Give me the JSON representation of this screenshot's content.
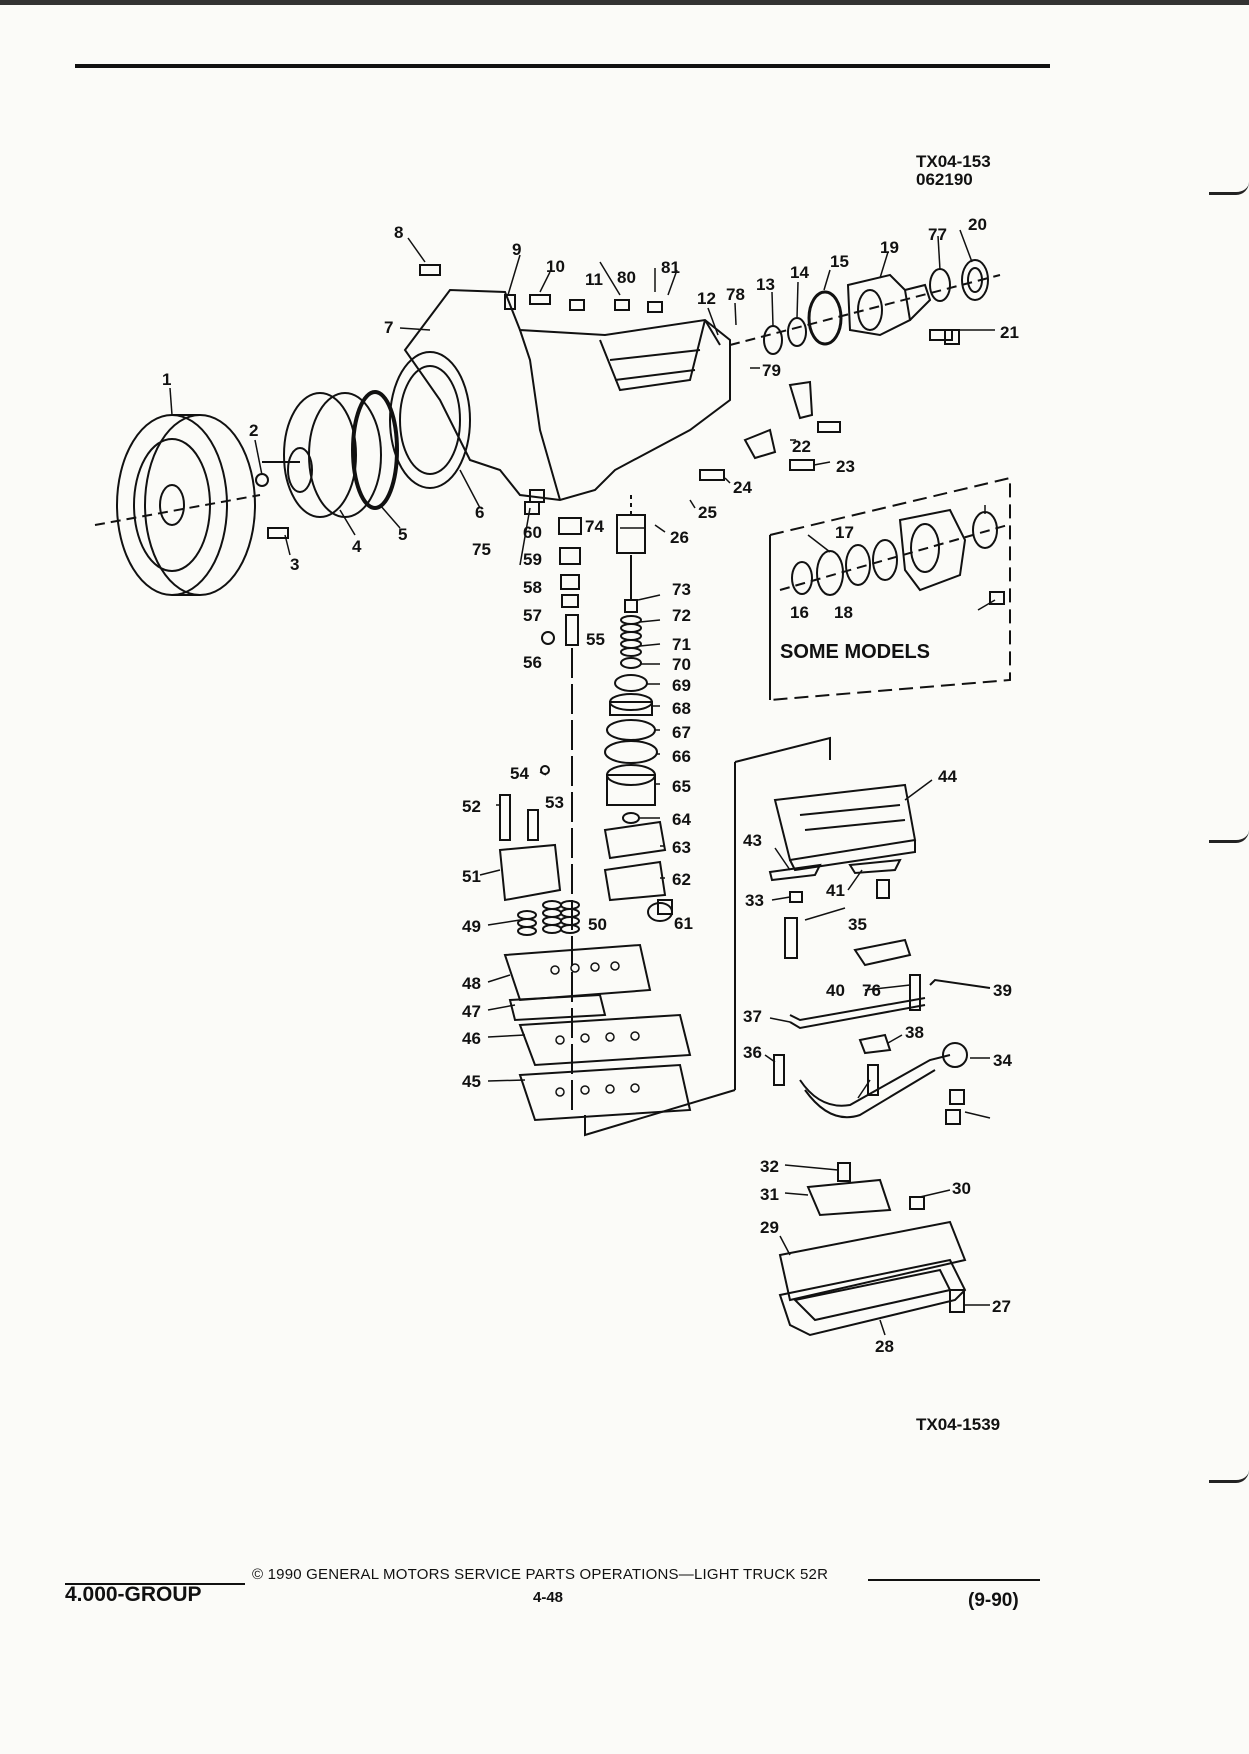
{
  "header": {
    "figure_code": "TX04-153",
    "date_code": "062190"
  },
  "diagram": {
    "callouts": [
      "1",
      "2",
      "3",
      "4",
      "5",
      "6",
      "7",
      "8",
      "9",
      "10",
      "11",
      "12",
      "13",
      "14",
      "15",
      "16",
      "17",
      "18",
      "19",
      "20",
      "21",
      "22",
      "23",
      "24",
      "25",
      "26",
      "27",
      "28",
      "29",
      "30",
      "31",
      "32",
      "33",
      "34",
      "35",
      "36",
      "37",
      "38",
      "39",
      "40",
      "41",
      "43",
      "44",
      "45",
      "46",
      "47",
      "48",
      "49",
      "50",
      "51",
      "52",
      "53",
      "54",
      "55",
      "56",
      "57",
      "58",
      "59",
      "60",
      "61",
      "62",
      "63",
      "64",
      "65",
      "66",
      "67",
      "68",
      "69",
      "70",
      "71",
      "72",
      "73",
      "74",
      "75",
      "76",
      "77",
      "78",
      "79",
      "80",
      "81"
    ],
    "inset_title": "SOME MODELS",
    "bottom_code": "TX04-1539"
  },
  "footer": {
    "group": "4.000-GROUP",
    "copyright": "© 1990 GENERAL MOTORS SERVICE PARTS OPERATIONS—LIGHT TRUCK 52R",
    "page": "4-48",
    "revision": "(9-90)"
  }
}
